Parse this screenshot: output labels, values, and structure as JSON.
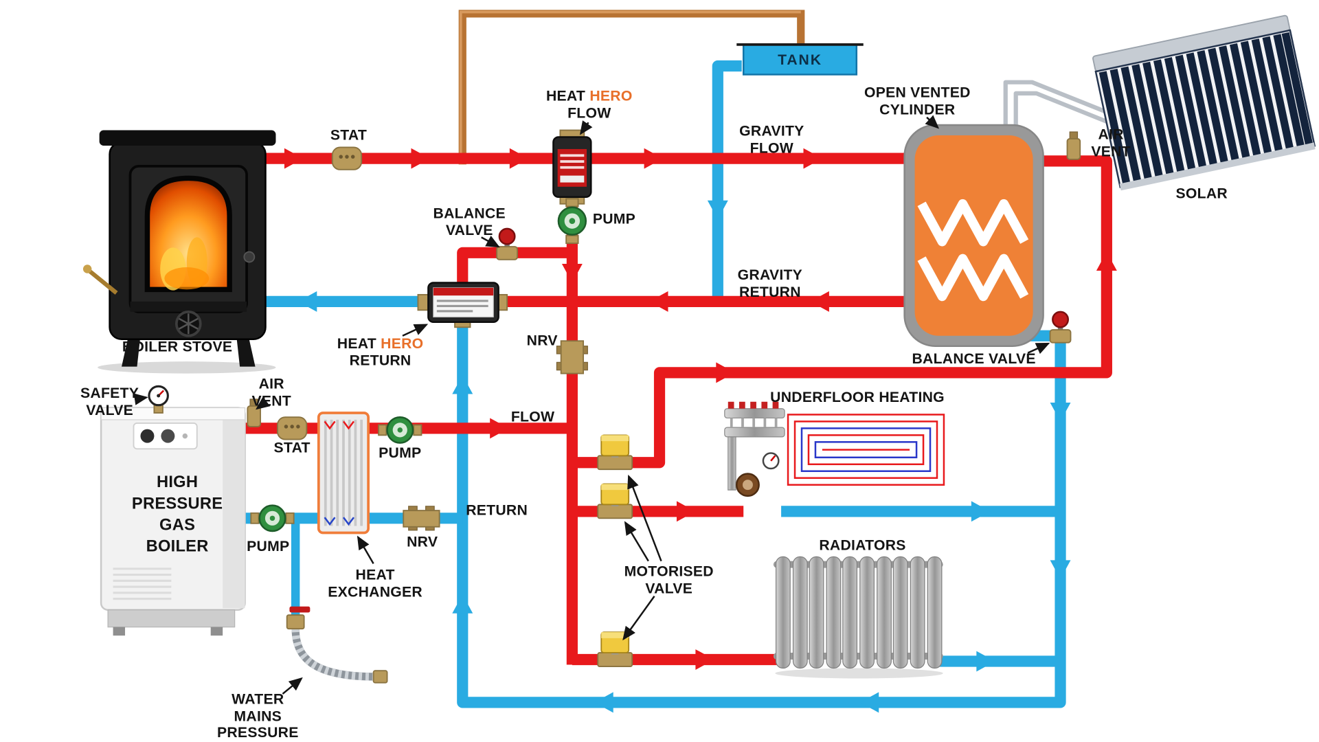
{
  "colors": {
    "flow_red": "#e8191c",
    "return_blue": "#29abe2",
    "copper": "#b87333",
    "brass": "#b89a5a",
    "hero_orange": "#e8702a",
    "cylinder_orange": "#ef8136",
    "valve_yellow": "#f0c93e",
    "tank_blue": "#29abe2"
  },
  "labels": {
    "heat": "HEAT",
    "hero": "HERO",
    "flow": "FLOW",
    "return": "RETURN",
    "stat": "STAT",
    "gravity": "GRAVITY",
    "open_vented_1": "OPEN VENTED",
    "open_vented_2": "CYLINDER",
    "air": "AIR",
    "vent": "VENT",
    "solar": "SOLAR",
    "tank": "TANK",
    "balance": "BALANCE",
    "valve": "VALVE",
    "balance_valve": "BALANCE VALVE",
    "pump": "PUMP",
    "nrv": "NRV",
    "safety": "SAFETY",
    "high": "HIGH",
    "pressure": "PRESSURE",
    "gas": "GAS",
    "boiler": "BOILER",
    "exchanger": "EXCHANGER",
    "motorised": "MOTORISED",
    "underfloor_heating": "UNDERFLOOR HEATING",
    "radiators": "RADIATORS",
    "water": "WATER",
    "mains": "MAINS",
    "boiler_stove": "BOILER STOVE"
  }
}
